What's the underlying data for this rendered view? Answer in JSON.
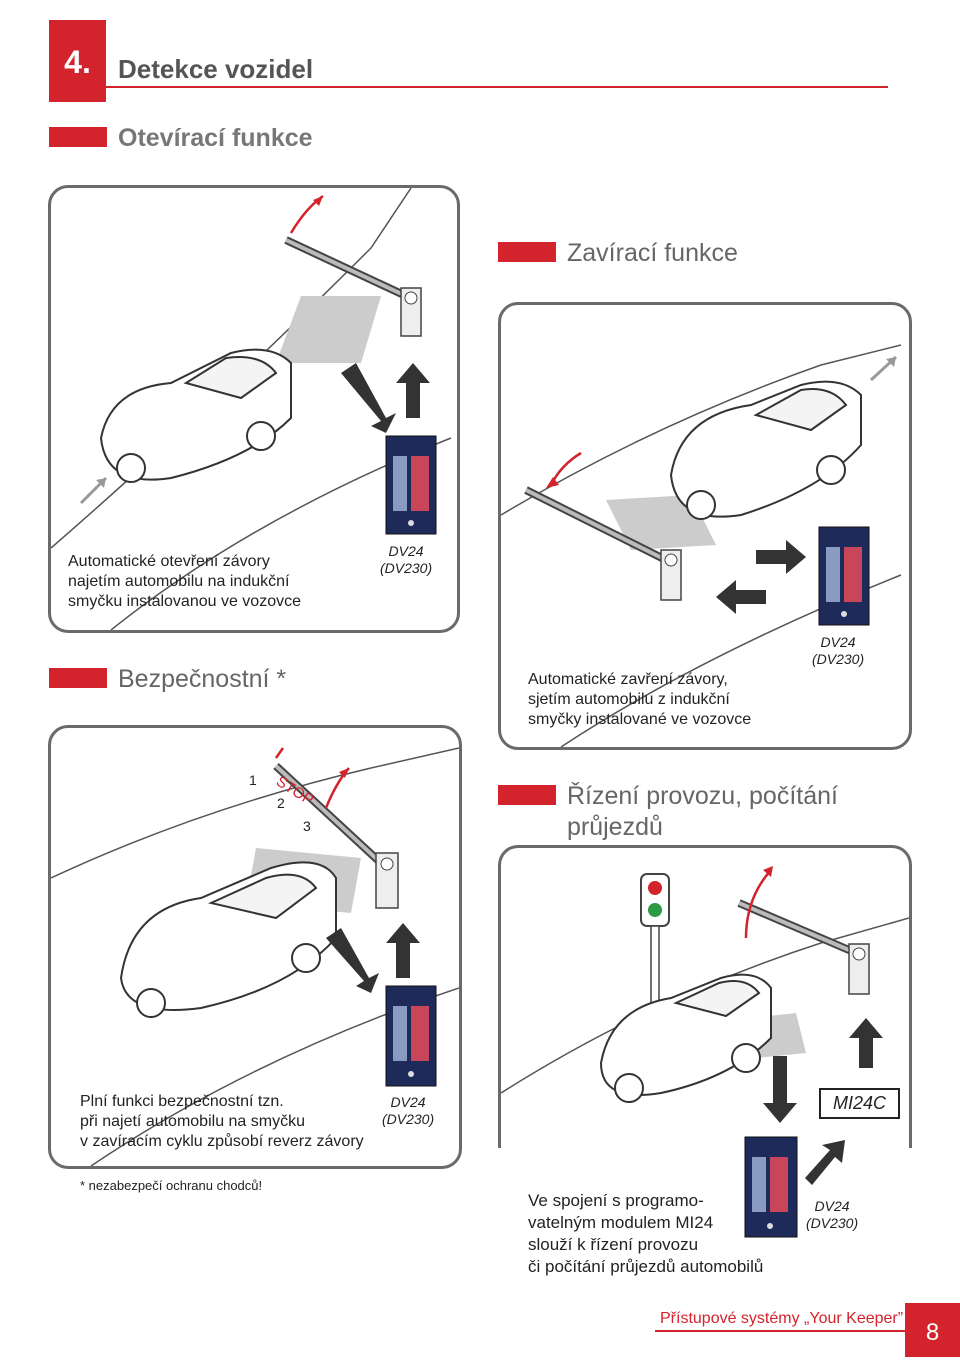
{
  "chapter": {
    "number": "4.",
    "title": "Detekce vozidel"
  },
  "sections": {
    "opening": {
      "title": "Otevírací funkce",
      "caption": [
        "Automatické otevření závory",
        "najetím automobilu na indukční",
        "smyčku instalovanou ve vozovce"
      ],
      "device": [
        "DV24",
        "(DV230)"
      ]
    },
    "closing": {
      "title": "Zavírací funkce",
      "caption": [
        "Automatické zavření závory,",
        "sjetím automobilu z indukční",
        "smyčky instalované ve vozovce"
      ],
      "device": [
        "DV24",
        "(DV230)"
      ]
    },
    "safety": {
      "title": "Bezpečnostní *",
      "labels": {
        "n1": "1",
        "n2": "2",
        "n3": "3",
        "stop": "STOP"
      },
      "caption": [
        "Plní funkci bezpečnostní tzn.",
        "při najetí automobilu na smyčku",
        "v zavíracím cyklu způsobí reverz závory"
      ],
      "device": [
        "DV24",
        "(DV230)"
      ],
      "note": "* nezabezpečí ochranu chodců!"
    },
    "traffic": {
      "title_line1": "Řízení provozu, počítání",
      "title_line2": "průjezdů",
      "module": "MI24C",
      "caption": [
        "Ve spojení s programo-",
        "vatelným modulem MI24",
        "slouží k řízení provozu",
        "či počítání průjezdů automobilů"
      ],
      "device": [
        "DV24",
        "(DV230)"
      ]
    }
  },
  "footer": {
    "brand": "Přístupové systémy „Your Keeper”",
    "page": "8"
  },
  "colors": {
    "accent": "#d3232d",
    "panel_border": "#6a6a6a",
    "loop": "#cccccc",
    "device": "#1e2a5a"
  }
}
